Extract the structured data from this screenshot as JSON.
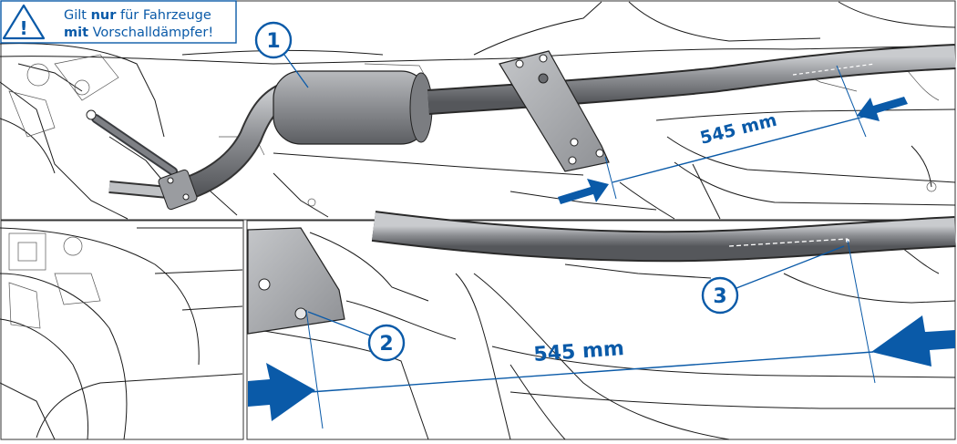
{
  "colors": {
    "accent": "#0a5aa8",
    "muffler": "#8e9094",
    "muffler_dark": "#5f6166",
    "bracket": "#a7a9ad",
    "warning_bg": "#ffffff"
  },
  "warning": {
    "icon": "warning-triangle-icon",
    "symbol": "!",
    "line1_pre": "Gilt ",
    "line1_bold": "nur",
    "line1_post": " für Fahrzeuge",
    "line2_bold": "mit",
    "line2_post": " Vorschalldämpfer!"
  },
  "callouts": {
    "c1": "1",
    "c2": "2",
    "c3": "3"
  },
  "measurements": {
    "top": "545 mm",
    "detail": "545 mm"
  }
}
